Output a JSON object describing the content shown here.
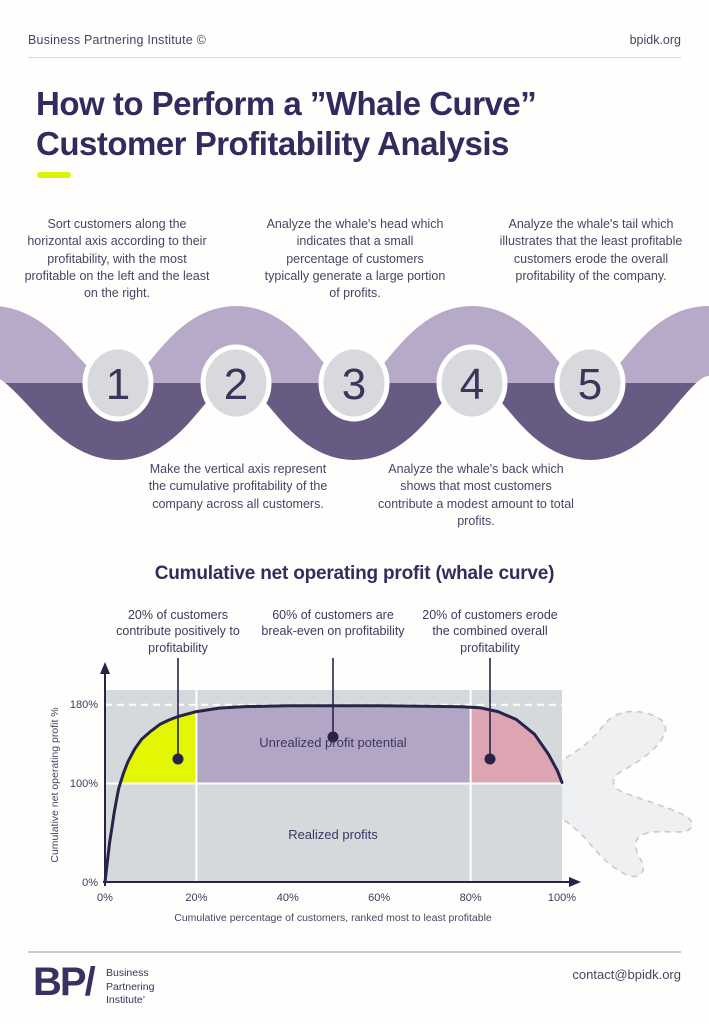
{
  "header": {
    "left": "Business Partnering Institute ©",
    "right": "bpidk.org"
  },
  "title": {
    "line1": "How to Perform a ”Whale Curve”",
    "line2": "Customer Profitability Analysis"
  },
  "steps": [
    {
      "n": "1",
      "text": "Sort customers along the horizontal axis according to their profitability, with the most profitable on the left and the least on the right."
    },
    {
      "n": "2",
      "text": "Make the vertical axis represent the cumulative profitability of the company across all customers."
    },
    {
      "n": "3",
      "text": "Analyze the whale's head which indicates that a small percentage of customers typically generate a large portion of profits."
    },
    {
      "n": "4",
      "text": "Analyze the whale's back which shows that most customers contribute a modest amount to total profits."
    },
    {
      "n": "5",
      "text": "Analyze the whale's tail which illustrates that the least profitable customers erode the overall profitability of the company."
    }
  ],
  "chart": {
    "title": "Cumulative net operating profit (whale curve)",
    "annotations": [
      "20% of customers contribute positively to profitability",
      "60% of customers are break-even on profitability",
      "20% of customers erode the combined overall profitability"
    ],
    "labels": {
      "unrealized": "Unrealized profit potential",
      "realized": "Realized profits"
    }
  },
  "chart_data": {
    "type": "area",
    "title": "Cumulative net operating profit (whale curve)",
    "xlabel": "Cumulative percentage of customers, ranked most to least profitable",
    "ylabel": "Cumulative net operating profit %",
    "xlim": [
      0,
      100
    ],
    "ylim": [
      0,
      195
    ],
    "x_tick_labels": [
      "0%",
      "20%",
      "40%",
      "60%",
      "80%",
      "100%"
    ],
    "y_tick_labels": [
      "180%",
      "100%",
      "0%"
    ],
    "grid": {
      "vertical_white_lines_at_x": [
        20,
        80
      ],
      "solid_white_line_at_y": 100,
      "dashed_white_line_at_y": 180
    },
    "series": [
      {
        "name": "whale curve (cumulative net operating profit %)",
        "x": [
          0,
          1,
          2,
          3,
          5,
          8,
          12,
          16,
          20,
          30,
          40,
          50,
          60,
          70,
          80,
          85,
          90,
          94,
          97,
          100
        ],
        "y": [
          0,
          40,
          70,
          95,
          122,
          145,
          160,
          168,
          173,
          178,
          179,
          179,
          179,
          178.5,
          178,
          174,
          165,
          150,
          130,
          100
        ]
      }
    ],
    "regions": [
      {
        "x_range": [
          3,
          20
        ],
        "between": "curve and 100% line",
        "color": "#e3f602",
        "meaning": "20% of customers contribute positively to profitability"
      },
      {
        "x_range": [
          20,
          80
        ],
        "between": "curve and 100% line",
        "color": "#b3a5c4",
        "label": "Unrealized profit potential",
        "meaning": "60% of customers are break-even on profitability"
      },
      {
        "x_range": [
          80,
          100
        ],
        "between": "curve and 100% line",
        "color": "#dda4b2",
        "meaning": "20% of customers erode the combined overall profitability"
      },
      {
        "y_range": [
          0,
          100
        ],
        "color": "#d5d9dc",
        "label": "Realized profits"
      }
    ],
    "annotation_points": [
      {
        "x": 16,
        "y": 125
      },
      {
        "x": 50,
        "y": 147
      },
      {
        "x": 84.5,
        "y": 125
      }
    ],
    "legend_position": "none"
  },
  "footer": {
    "brand_mark": "BP/",
    "brand_lines": [
      "Business",
      "Partnering",
      "Institute’"
    ],
    "email": "contact@bpidk.org"
  },
  "colors": {
    "title_navy": "#322b5e",
    "body_text": "#494463",
    "accent_yellow": "#ddf303",
    "wave_light": "#b7aac8",
    "wave_dark": "#675a83",
    "circle_gray": "#d7d9dd",
    "panel_gray": "#d5d9dc",
    "curve_navy": "#282348",
    "region_yellow": "#e3f602",
    "region_purple": "#b3a5c4",
    "region_pink": "#dda4b2",
    "tail_gray": "#eef0f2"
  }
}
